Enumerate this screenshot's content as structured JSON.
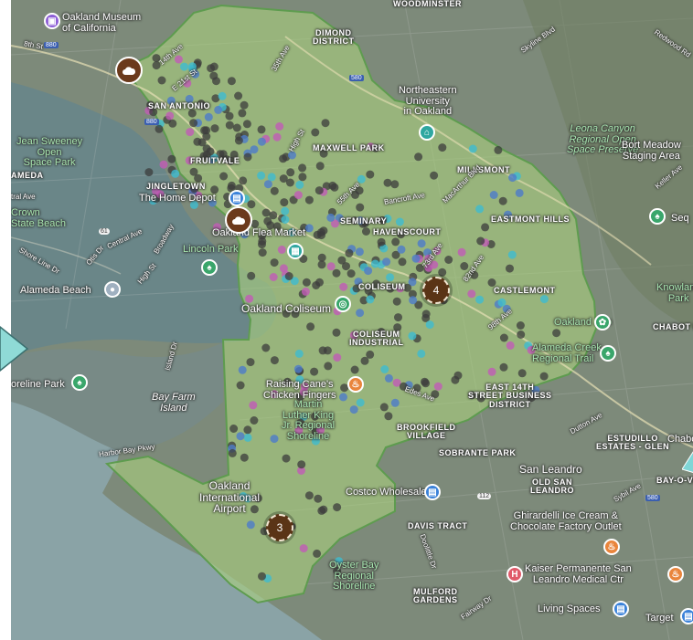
{
  "map": {
    "labels": {
      "woodminster": "WOODMINSTER",
      "oakland_museum": "Oakland Museum\nof California",
      "dimond": "DIMOND\nDISTRICT",
      "san_antonio": "SAN ANTONIO",
      "northeastern": "Northeastern\nUniversity\nin Oakland",
      "skyline": "Skyline Blvd",
      "redwood": "Redwood Rd",
      "jean_sweeney": "Jean Sweeney\nOpen\nSpace Park",
      "alameda": "AMEDA",
      "fruitvale": "FRUITVALE",
      "maxwell": "MAXWELL PARK",
      "millsmont": "MILLSMONT",
      "leona": "Leona Canyon\nRegional Open\nSpace Preserve",
      "bort": "Bort Meadow\nStaging Area",
      "jingletown": "JINGLETOWN",
      "home_depot": "The Home Depot",
      "seminary": "SEMINARY",
      "havenscourt": "HAVENSCOURT",
      "eastmont": "EASTMONT HILLS",
      "crown": "Crown\nState Beach",
      "oakland_flea": "Oakland Flea Market",
      "lincoln": "Lincoln Park",
      "seq": "Seq",
      "alameda_beach": "Alameda Beach",
      "coliseum_dist": "COLISEUM",
      "castlemont": "CASTLEMONT",
      "knowland": "Knowland\nPark",
      "oakland_coliseum": "Oakland Coliseum",
      "coliseum_ind": "COLISEUM\nINDUSTRIAL",
      "oakland_zoo": "Oakland Zoo",
      "chabot": "CHABOT P",
      "alameda_creek": "Alameda Creek\nRegional Trail",
      "shoreline_park": "oreline Park",
      "raising_canes": "Raising Cane's\nChicken Fingers",
      "bay_farm": "Bay Farm\nIsland",
      "east14th": "EAST 14TH\nSTREET BUSINESS\nDISTRICT",
      "mlk": "Martin\nLuther King\nJr. Regional\nShoreline",
      "brookfield": "BROOKFIELD\nVILLAGE",
      "estudillo": "ESTUDILLO\nESTATES - GLEN",
      "chabo": "Chabo",
      "sobrante": "SOBRANTE PARK",
      "san_leandro": "San Leandro",
      "old_san_leandro": "OLD SAN\nLEANDRO",
      "bay_o_vi": "BAY-O-VI",
      "harbor_bay": "Harbor Bay Pkwy",
      "oakland_airport": "Oakland\nInternational\nAirport",
      "costco": "Costco Wholesale",
      "ghirardelli": "Ghirardelli Ice Cream &\nChocolate Factory Outlet",
      "davis_tract": "DAVIS TRACT",
      "oyster_bay": "Oyster Bay\nRegional\nShoreline",
      "kaiser": "Kaiser Permanente San\nLeandro Medical Ctr",
      "mulford": "MULFORD\nGARDENS",
      "living_spaces": "Living Spaces",
      "target": "Target",
      "st_14th": "14th Ave",
      "st_e21": "E 21st St",
      "st_35th": "35th Ave",
      "st_high": "High St",
      "st_55th": "55th Ave",
      "st_bancroft": "Bancroft Ave",
      "st_macarthur": "MacArthur Blvd",
      "st_73rd": "73rd Ave",
      "st_82nd": "82nd Ave",
      "st_98th": "98th Ave",
      "st_edes": "Edes Ave",
      "st_dutton": "Dutton Ave",
      "st_sybil": "Sybil Ave",
      "st_doolittle": "Doolittle Dr",
      "st_fairway": "Fairway Dr",
      "st_central": "Central Ave",
      "st_broadway": "Broadway",
      "st_otis": "Otis Dr",
      "st_shoreline": "Shore Line Dr",
      "st_high2": "High St",
      "st_island": "Island Dr",
      "st_keller": "Keller Ave",
      "st_central2": "tral Ave",
      "st_8th": "8th St",
      "hwy_880": "880",
      "hwy_880b": "880",
      "hwy_580": "580",
      "hwy_580b": "580",
      "hwy_61": "61",
      "hwy_112": "112"
    },
    "clusters": [
      {
        "label": "4"
      },
      {
        "label": "3"
      }
    ],
    "colors": {
      "boundary_fill": "#a9cf7e",
      "boundary_stroke": "#5e9c4f",
      "water": "#6f8e90",
      "dot_gray": "#3c3c3c",
      "dot_pink": "#c25bb6",
      "dot_blue": "#4d7cc9",
      "dot_cyan": "#3fbcd0",
      "cluster": "#5a3416"
    }
  }
}
